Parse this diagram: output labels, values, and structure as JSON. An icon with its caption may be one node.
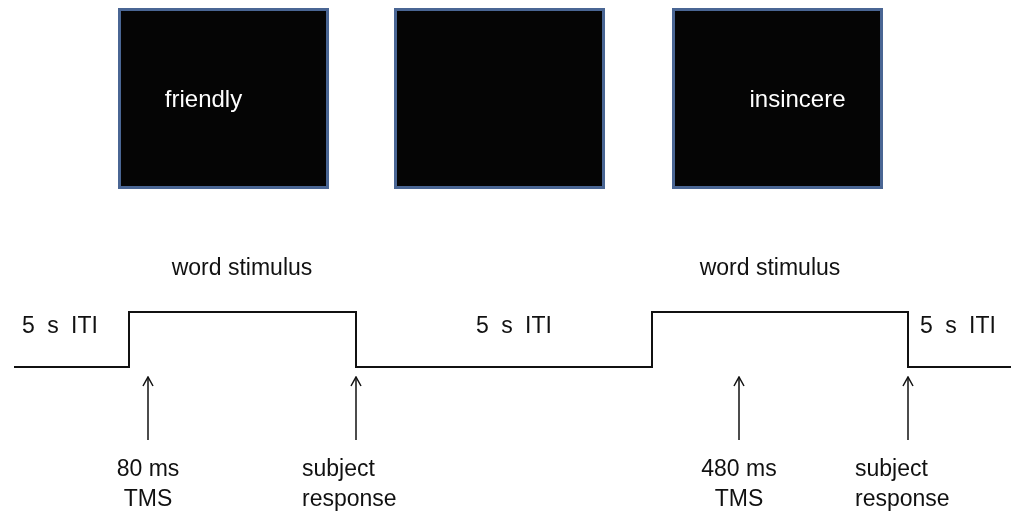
{
  "diagram": {
    "nodes": [
      {
        "text": [
          "friendly"
        ]
      },
      {
        "text": [],
        "shape": "box"
      },
      {
        "text": [
          "insincere"
        ]
      },
      {
        "text": [
          "80 ms TMS"
        ]
      },
      {
        "text": [
          "subject response"
        ]
      },
      {
        "text": [
          "480 ms TMS"
        ]
      },
      {
        "text": [
          "subject response"
        ]
      }
    ],
    "edges": [
      {
        "from": 3,
        "to": null,
        "arrow": "to"
      },
      {
        "from": 4,
        "to": null,
        "arrow": "to"
      },
      {
        "from": 5,
        "to": null,
        "arrow": "to"
      },
      {
        "from": 6,
        "to": null,
        "arrow": "to"
      }
    ],
    "labels": [
      "word stimulus",
      "word stimulus",
      "5 s ITI",
      "5 s ITI",
      "5 s ITI"
    ]
  }
}
